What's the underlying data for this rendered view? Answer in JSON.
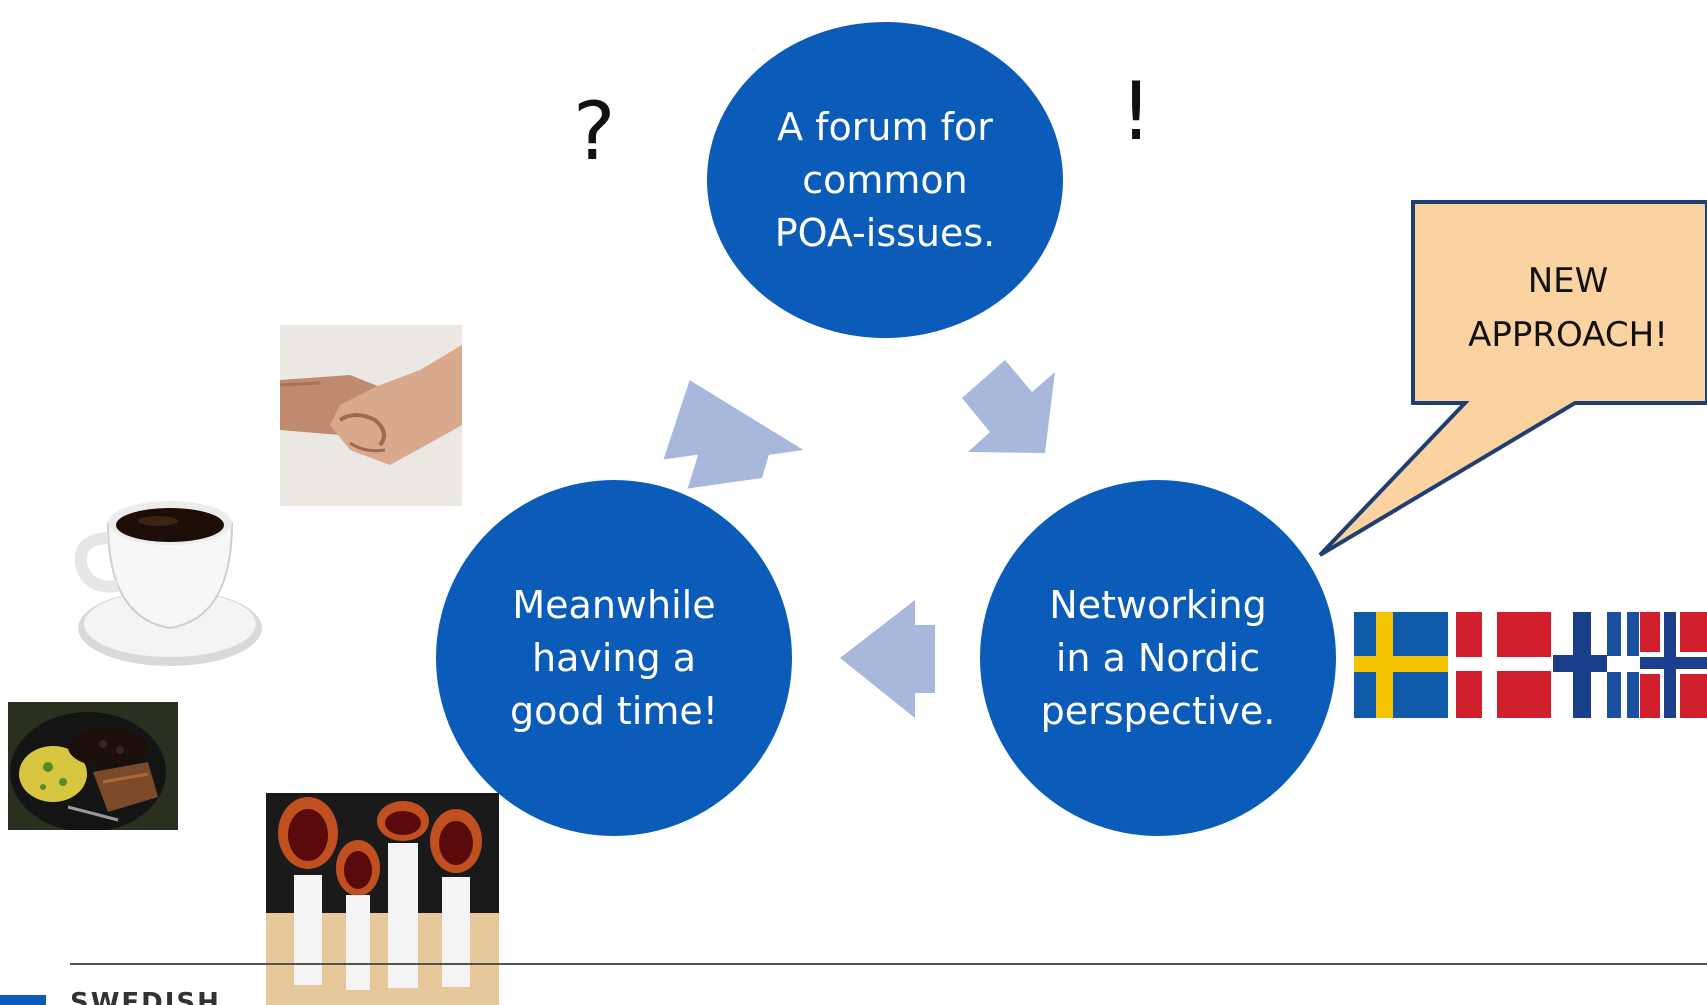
{
  "diagram": {
    "marks": {
      "question": "?",
      "exclamation": "!"
    },
    "nodes": {
      "top": {
        "lines": [
          "A forum for",
          "common",
          "POA-issues."
        ]
      },
      "right": {
        "lines": [
          "Networking",
          "in a Nordic",
          "perspective."
        ]
      },
      "left": {
        "lines": [
          "Meanwhile",
          "having a",
          "good time!"
        ]
      }
    },
    "callout": {
      "lines": [
        "NEW",
        "APPROACH!"
      ]
    }
  },
  "footer": {
    "logo_text": "SWEDISH"
  },
  "colors": {
    "node_fill": "#0b5cb8",
    "arrow_fill": "#a8b8dc",
    "callout_fill": "#fbd3a0",
    "callout_stroke": "#1f3f73"
  },
  "images": [
    "handshake-photo",
    "coffee-cup-photo",
    "food-plate-photo",
    "singing-figures-artwork",
    "nordic-flags"
  ]
}
